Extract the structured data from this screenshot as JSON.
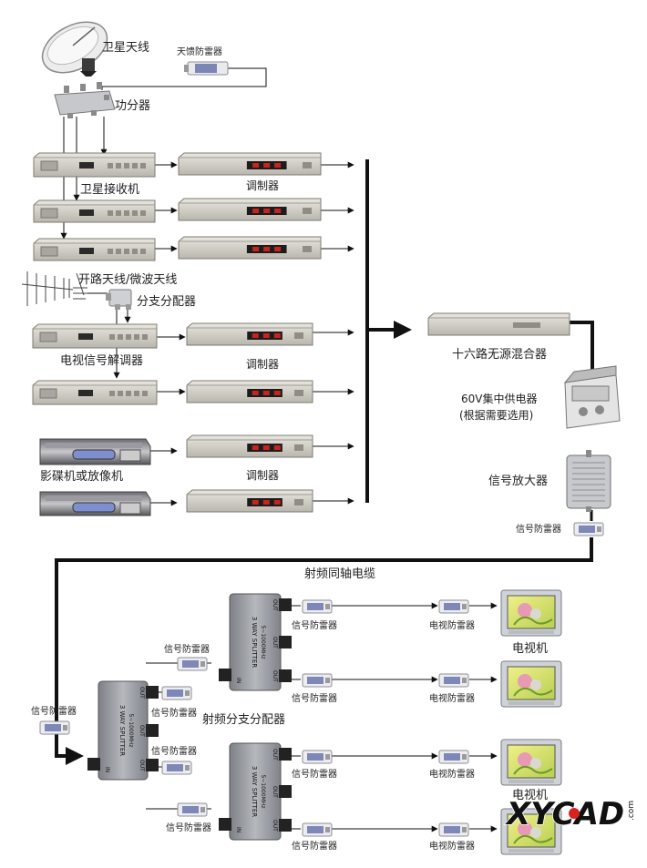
{
  "labels": {
    "satellite_antenna": "卫星天线",
    "feeder_arrester": "天馈防雷器",
    "power_splitter": "功分器",
    "satellite_receiver": "卫星接收机",
    "modulator": "调制器",
    "terrestrial_antenna": "开路天线/微波天线",
    "branch_distributor": "分支分配器",
    "tv_demodulator": "电视信号解调器",
    "dvd_vcr": "影碟机或放像机",
    "passive_mixer": "十六路无源混合器",
    "power_supply_line1": "60V集中供电器",
    "power_supply_line2": "(根据需要选用)",
    "signal_amplifier": "信号放大器",
    "signal_arrester": "信号防雷器",
    "coax_cable": "射频同轴电缆",
    "rf_splitter": "射频分支分配器",
    "tv_arrester": "电视防雷器",
    "tv_set": "电视机",
    "watermark": "XYCAD",
    "watermark_dot": ".com"
  },
  "splitter_text": {
    "in": "IN",
    "out": "OUT",
    "line1": "3 WAY SPLITTER",
    "line2": "5~1000MHz"
  },
  "colors": {
    "line": "#111111",
    "device_body": "#d4d2ca",
    "device_front": "#bfbdb4",
    "splitter_body": "#9a9ca0",
    "tv_frame": "#cfd3d8",
    "tv_screen_bg": "#d7e07a",
    "watermark_red": "#d8221e"
  }
}
